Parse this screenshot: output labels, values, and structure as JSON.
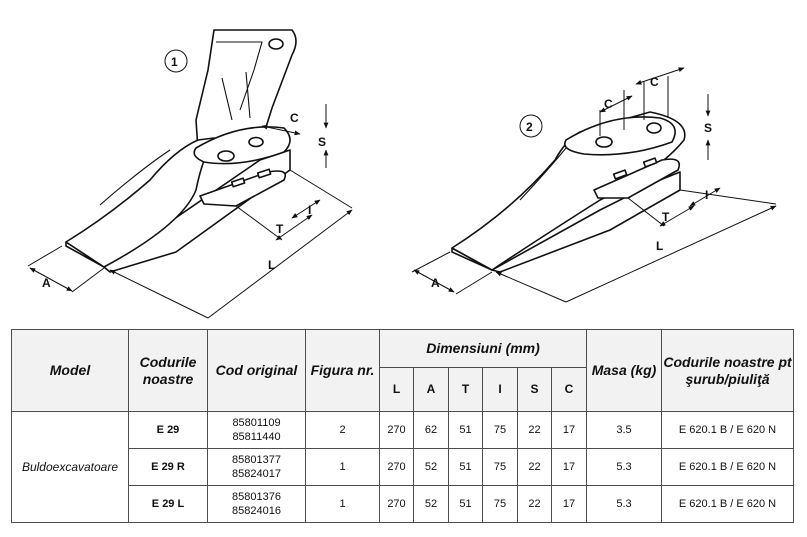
{
  "drawing": {
    "figure1_number": "1",
    "figure2_number": "2",
    "labels": {
      "A": "A",
      "L": "L",
      "T": "T",
      "I": "I",
      "S": "S",
      "C": "C"
    }
  },
  "table": {
    "headers": {
      "model": "Model",
      "our_codes": "Codurile noastre",
      "original_code": "Cod original",
      "figure": "Figura nr.",
      "dimensions": "Dimensiuni (mm)",
      "mass": "Masa (kg)",
      "bolt_codes": "Codurile noastre pt şurub/piuliţă"
    },
    "dim_columns": [
      "L",
      "A",
      "T",
      "I",
      "S",
      "C"
    ],
    "model_name": "Buldoexcavatoare",
    "rows": [
      {
        "code": "E 29",
        "original_1": "85801109",
        "original_2": "85811440",
        "figure": "2",
        "L": "270",
        "A": "62",
        "T": "51",
        "I": "75",
        "S": "22",
        "C": "17",
        "mass": "3.5",
        "bolt": "E 620.1 B / E 620 N"
      },
      {
        "code": "E 29 R",
        "original_1": "85801377",
        "original_2": "85824017",
        "figure": "1",
        "L": "270",
        "A": "52",
        "T": "51",
        "I": "75",
        "S": "22",
        "C": "17",
        "mass": "5.3",
        "bolt": "E 620.1 B / E 620 N"
      },
      {
        "code": "E 29 L",
        "original_1": "85801376",
        "original_2": "85824016",
        "figure": "1",
        "L": "270",
        "A": "52",
        "T": "51",
        "I": "75",
        "S": "22",
        "C": "17",
        "mass": "5.3",
        "bolt": "E 620.1 B / E 620 N"
      }
    ]
  }
}
